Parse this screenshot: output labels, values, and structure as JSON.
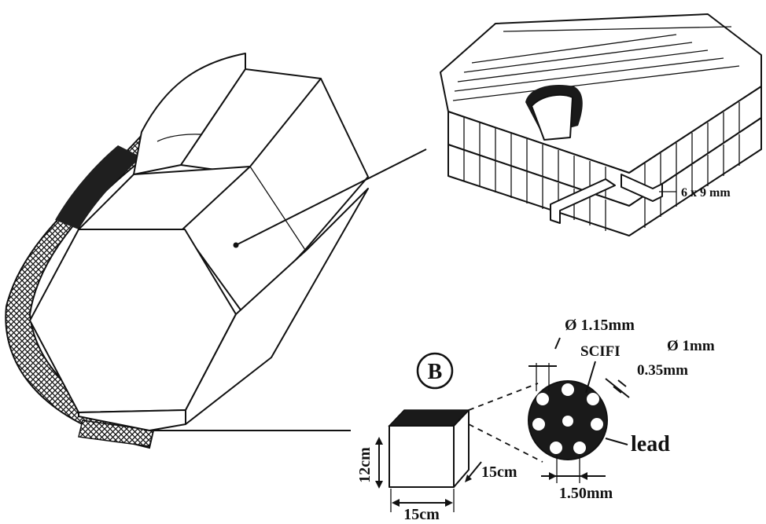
{
  "module_label": "B",
  "fiber_block_dimension": "6 x 9 mm",
  "fiber_hole_diameter": "Ø 1.15mm",
  "scifi_label": "SCIFI",
  "scifi_diameter": "Ø  1mm",
  "wall_thickness": "0.35mm",
  "absorber_label": "lead",
  "fiber_pitch": "1.50mm",
  "module_height": "12cm",
  "module_depth": "15cm",
  "module_width": "15cm",
  "colors": {
    "ink": "#111111",
    "paper": "#ffffff"
  }
}
